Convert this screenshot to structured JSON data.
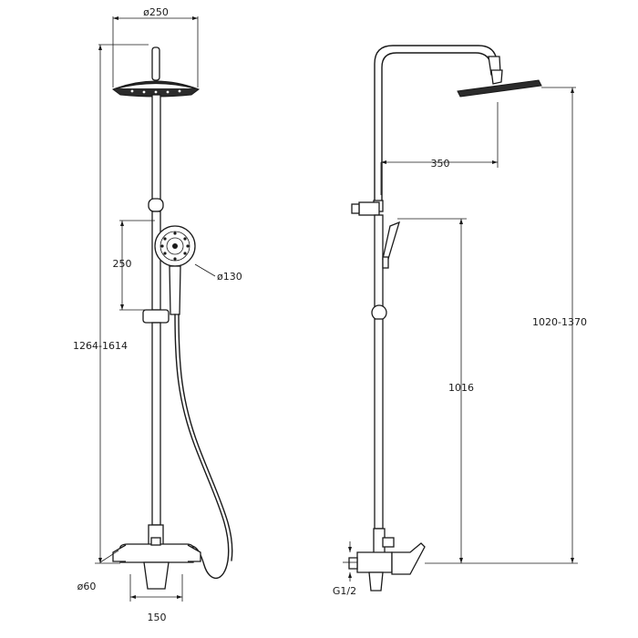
{
  "dimensions": {
    "head_diameter": "ø250",
    "hand_spacing": "250",
    "hand_diameter": "ø130",
    "total_height_left": "1264-1614",
    "inlet_diameter": "ø60",
    "inlet_spacing": "150",
    "arm_length": "350",
    "head_height_right": "1020-1370",
    "holder_height": "1016",
    "thread": "G1/2"
  }
}
